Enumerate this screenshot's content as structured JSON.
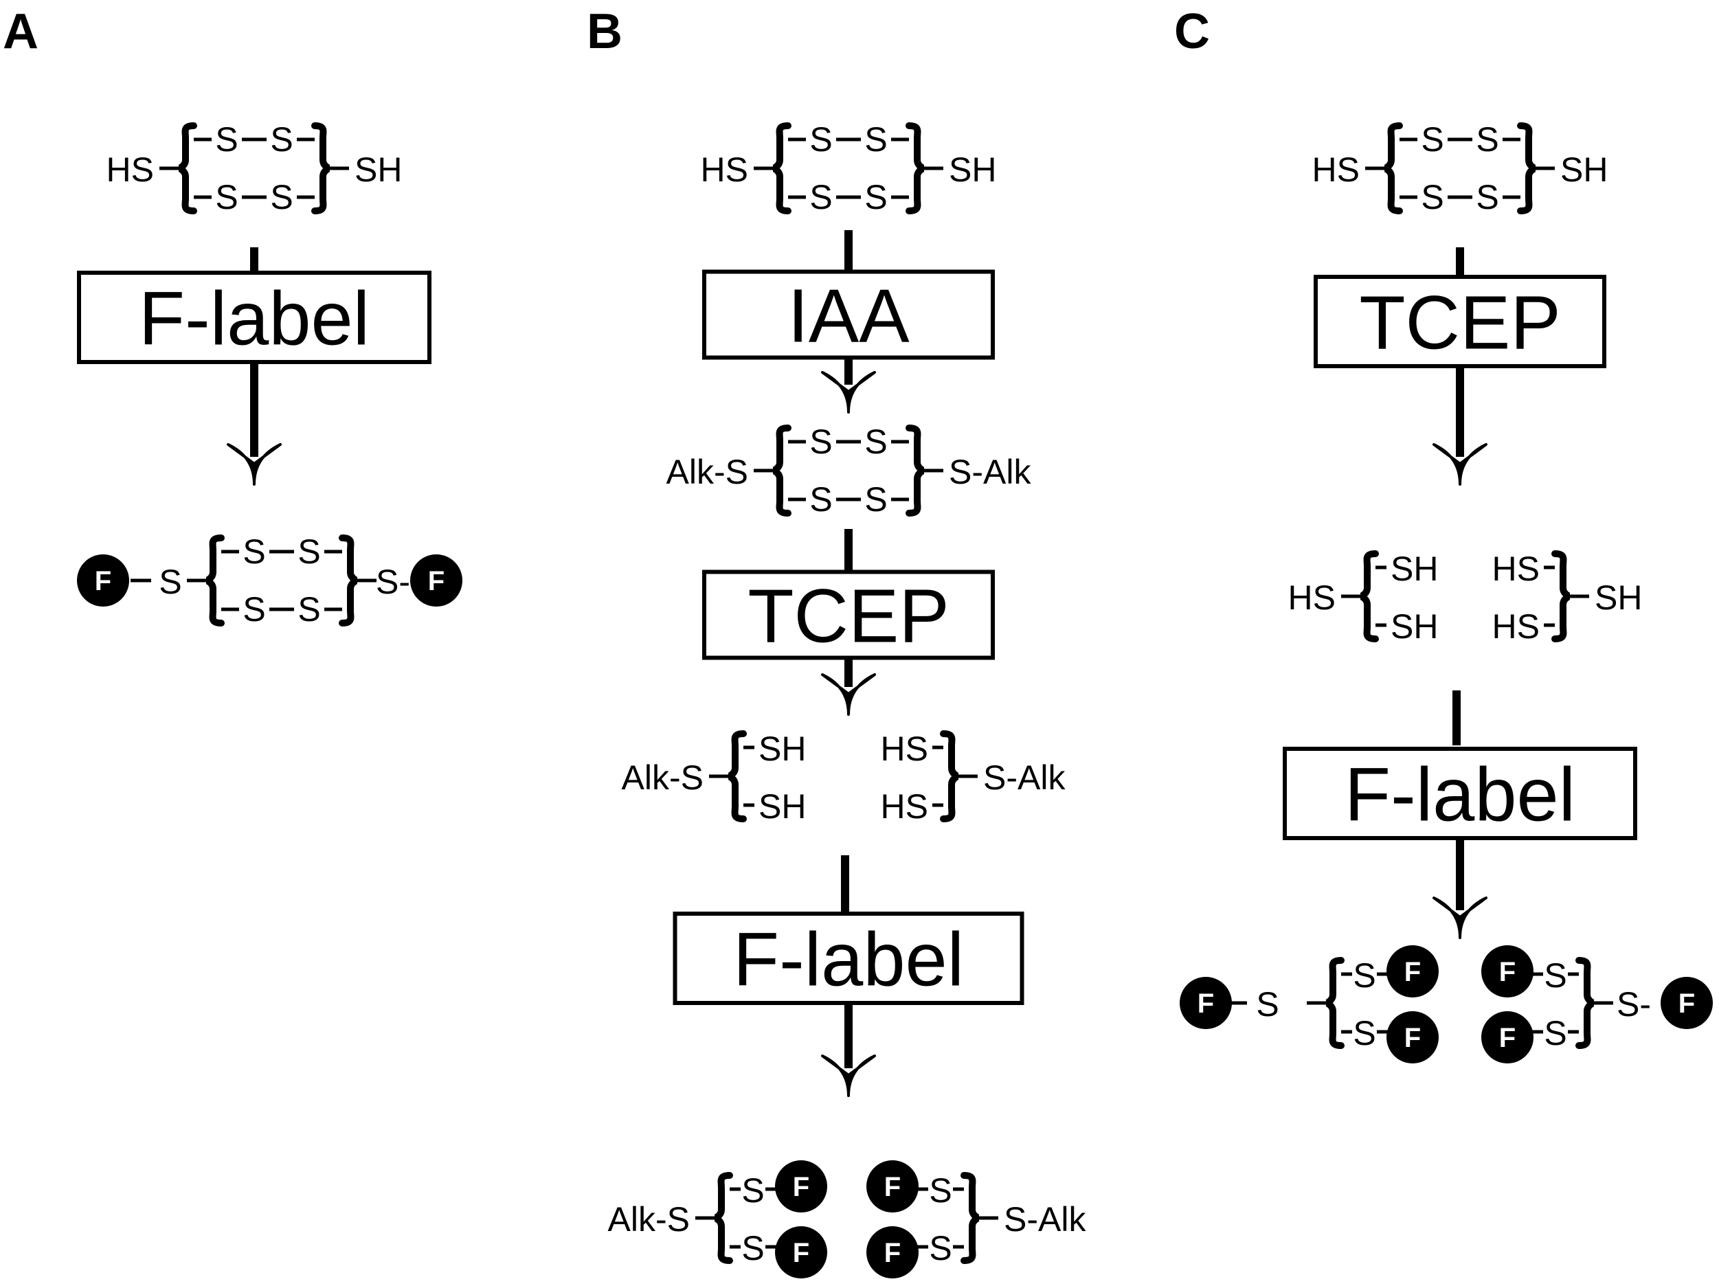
{
  "panels": [
    {
      "letter": "A"
    },
    {
      "letter": "B"
    },
    {
      "letter": "C"
    }
  ],
  "steps": {
    "f_label": "F-label",
    "iaa": "IAA",
    "tcep": "TCEP"
  },
  "groups": {
    "hs": "HS",
    "sh": "SH",
    "s": "S",
    "s_dash": "S-",
    "dash_s": "-S",
    "ss_bridge": "S–S",
    "alk_s": "Alk-S",
    "s_alk": "S-Alk",
    "f_label_glyph": "F"
  },
  "colors": {
    "ink": "#000000",
    "paper": "#ffffff"
  }
}
